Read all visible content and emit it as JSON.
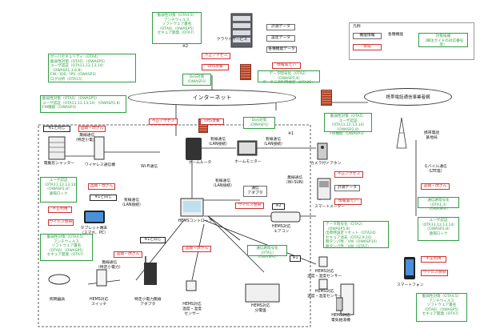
{
  "title": "",
  "legend": {
    "title": "凡例",
    "items": [
      "機能情報",
      "各種機能",
      "脅威",
      "対策候補",
      "（脚注ガイドの対応番号等）"
    ]
  },
  "networks": {
    "internet": "インターネット",
    "carrier": "携帯電話通信事業者網"
  },
  "cloud": {
    "label": "クラウドサービス",
    "data": [
      "計測データ",
      "設定データ",
      "各種機能データ"
    ],
    "countermeasures": "脆弱性対策（OTA4,5）\nアンチウィルス\nソフトウェア署名\n（OTA6）（OWASP5）\nセキュア開発（OTA7）",
    "note": "※2"
  },
  "server_security": "サーバセキュリティ（OTA4）\n脆弱性対策（OTA5）（OWASP5）\nユーザ認証（OTA11,12,13,14）（OWASP1,3,6,8）\nFW／IDS／IPS（OWASP3）\nログ分析（OTA15）",
  "threats": {
    "illegal_access": "不正アクセス",
    "dos": "DoS攻撃",
    "info_leak": "情報漏えい",
    "theft_spoof": "盗聴・改ざん",
    "unauthorized_use": "不正利用",
    "virus": "ウイルス感染"
  },
  "measures": {
    "dos_cloud": "DoS対策（OWASP3）",
    "encrypt_cloud": "データ暗号化（OTA2）（OWASP5,8）\nデータ二次利用規定（OTA25）",
    "home_router": "脆弱性対策（OTA5）（OWASP5）\nユーザ認証（OTA11,12,13,14）（OWASP2,8）\nFW機能（OWASP3）",
    "dos_home": "DoS対策（OWASP3）",
    "camera": "脆弱性対策（OTA5）\nユーザ認証\n（OTA11,12,13,14）（OWASP2,8）\nFW機能（OWASP3）",
    "smartmeter": "データ暗号化（OTA2）（OWASP5,8）\n出荷時設定リセット（OTA24）\nセキュア消去（OTA2,9,10）\n耐タンパ性／VW（OWASP10）\n耐タンパ性／VW（OTA7）",
    "shutter": "ユーザ認証\n（OTA11,12,13,14）\n（OWASP2,8）\n遠隔ロック",
    "tablet": "脆弱性対策（OTA4,5）\nアンチウィルス\nソフトウェア署名\n（OTA6）（OWASP5）\nセキュア開発（OTA7）",
    "comm_encrypt": "通信路暗号化\n（OTA1）（OWASP4）",
    "mobile_enc": "モバイル通信\n（LTE等）",
    "mobile_comm_enc": "通信路暗号化\n（OTA1,3）（OWASP4）",
    "phone_auth": "ユーザ認証\n（OTA11,12,13,14）\n（OWASP2,8）\n遠隔ロック",
    "phone_vuln": "脆弱性対策（OTA4,5）\nアンチウィルス\nソフトウェア署名\n（OTA6）（OWASP5）\nセキュア開発（OTA7）"
  },
  "devices": {
    "shutter": "電動窓シャッター",
    "wireless_relay": "ワイヤレス通信機",
    "wifi": "Wi-Fi通信",
    "router": "ホームルータ",
    "home_monitor": "ホームモニター",
    "camera_intercom": "カメラ付ドアホン",
    "smartmeter": "スマートメーター",
    "hems": "HEMSコントローラ",
    "tablet": "タブレット端末\n（スマホ、PC）",
    "adapter": "通信\nアダプタ",
    "aircon": "HEMS対応\nエアコン",
    "temp_sensor1": "HEMS対応\n温度・湿度センサー",
    "temp_sensor2": "HEMS対応\n温度・湿度センサー",
    "light": "照明器具",
    "switch": "HEMS対応\nスイッチ",
    "low_power_adapter": "特定小電力無線\nアダプタ",
    "hems_sensor": "HEMS対応\n温度・湿度\nセンサー",
    "distribution": "HEMS対応\n分電盤",
    "water_heater": "HEMS対応\n電気給湯機",
    "base_station": "携帯電話\n基地局",
    "smartphone": "スマートフォン"
  },
  "links": {
    "wireless_small": "無線通信\n（特定小電力）",
    "wired_lan1": "有線通信\n（LAN接続）",
    "wired_lan2": "有線通信\n（LAN接続）",
    "wired_lan3": "有線通信\n（LAN接続）",
    "wired_lan4": "有線通信\n（LAN接続）",
    "wireless_wisun": "無線通信\n（Wi-SUN）",
    "wireless_small2": "無線通信\n（特定小電力）"
  },
  "same_as": {
    "n1a": "※1と同じ",
    "n1b": "※1と同じ",
    "n1c": "※1",
    "n2": "※2"
  }
}
